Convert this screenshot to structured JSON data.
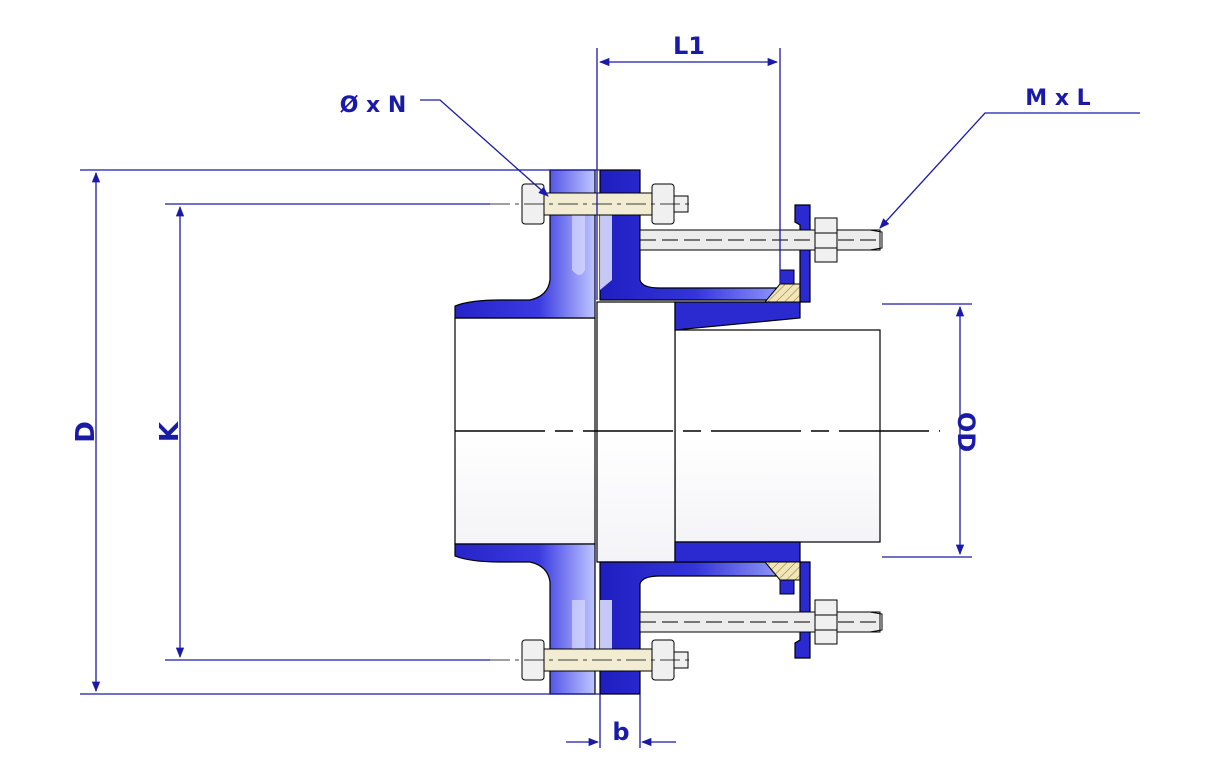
{
  "colors": {
    "dim": "#1a1aa8",
    "body": "#2a2ad0",
    "body_dark": "#1414a0",
    "outline": "#000000",
    "steel": "#ffffff",
    "gasket": "#f2e6b8",
    "bolt": "#e8e8e8"
  },
  "labels": {
    "l1": "L1",
    "bolt_holes": "Ø x N",
    "tie_rod": "M x L",
    "d": "D",
    "k": "K",
    "od": "OD",
    "b": "b"
  }
}
